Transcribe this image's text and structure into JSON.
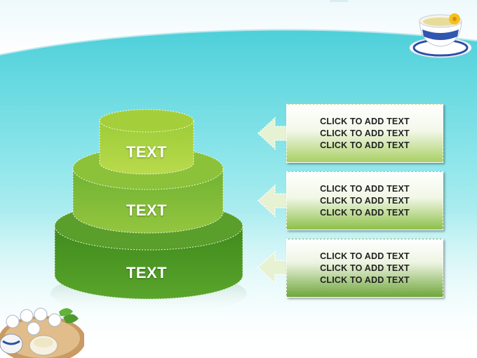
{
  "tiers": [
    {
      "label": "TEXT",
      "color": "#a5cf3a"
    },
    {
      "label": "TEXT",
      "color": "#8cc13a"
    },
    {
      "label": "TEXT",
      "color": "#5a9e2b"
    }
  ],
  "callouts": [
    {
      "lines": [
        "CLICK TO ADD TEXT",
        "CLICK TO ADD TEXT",
        "CLICK TO ADD TEXT"
      ]
    },
    {
      "lines": [
        "CLICK TO ADD TEXT",
        "CLICK TO ADD TEXT",
        "CLICK TO ADD TEXT"
      ]
    },
    {
      "lines": [
        "CLICK TO ADD TEXT",
        "CLICK TO ADD TEXT",
        "CLICK TO ADD TEXT"
      ]
    }
  ],
  "colors": {
    "sky": "#4fd3dc",
    "arrow": "#e6f2d2",
    "box_bottom": "#7bb33c"
  },
  "decorations": [
    "teacup-image",
    "tea-set-image"
  ]
}
